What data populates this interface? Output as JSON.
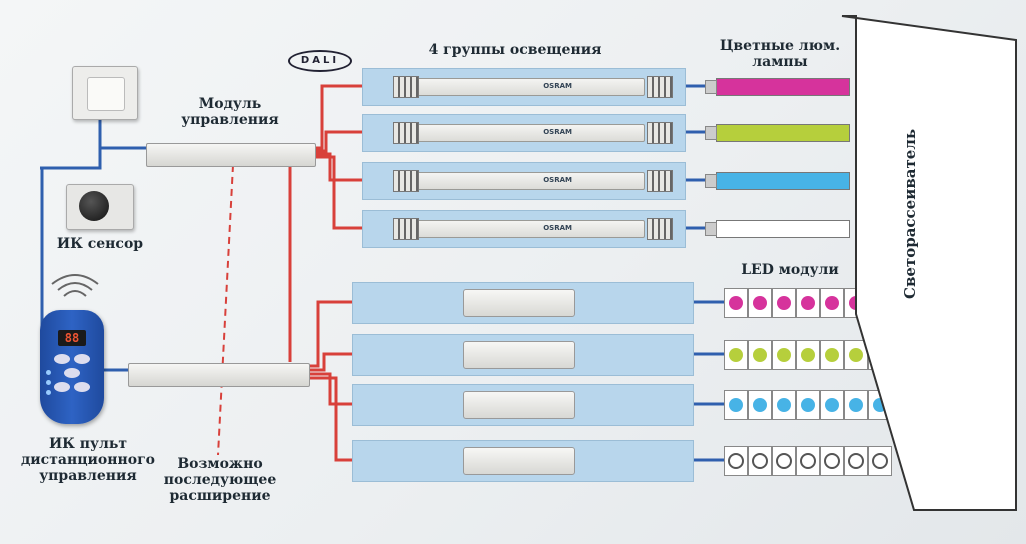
{
  "labels": {
    "dali_logo": "DALI",
    "groups_title": "4 группы освещения",
    "color_lamps": "Цветные люм. лампы",
    "control_module": "Модуль управления",
    "ir_sensor": "ИК сенсор",
    "led_modules": "LED модули",
    "remote": "ИК пульт дистанционного управления",
    "expansion": "Возможно последующее расширение",
    "diffuser": "Светорассеиватель",
    "remote_display": "88",
    "ballast_brand": "OSRAM"
  },
  "colors": {
    "blue_wire": "#2f5fae",
    "red_wire": "#d8403a",
    "panel": "#b8d6ec",
    "magenta": "#d6339c",
    "lime": "#b6cf3c",
    "sky": "#47b3e6",
    "white": "#ffffff"
  },
  "lamp_colors": [
    "#d6339c",
    "#b6cf3c",
    "#47b3e6",
    "#ffffff"
  ],
  "led_colors": [
    "#d6339c",
    "#b6cf3c",
    "#47b3e6",
    "#ffffff"
  ]
}
